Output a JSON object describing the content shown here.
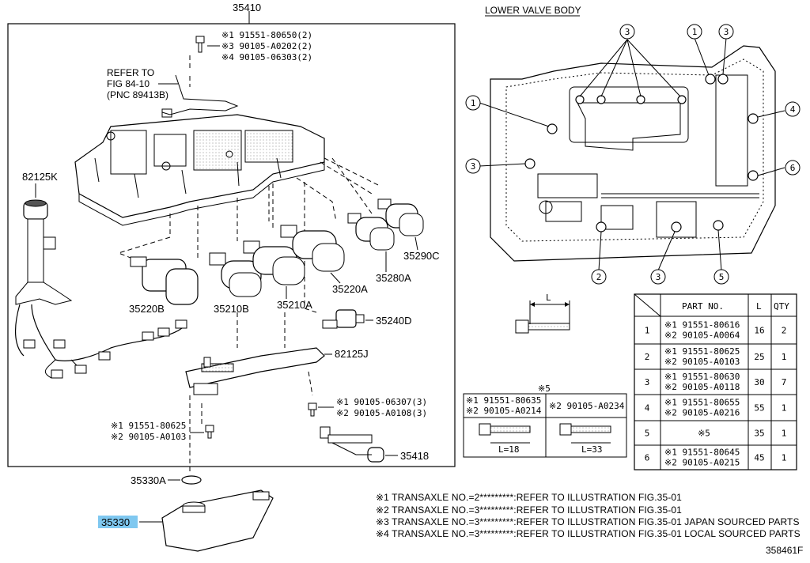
{
  "callouts": {
    "main": "35410",
    "lower_valve_body": "LOWER VALVE BODY",
    "refer": [
      "REFER TO",
      "FIG 84-10",
      "(PNC 89413B)"
    ],
    "wire_harness": "82125K",
    "s35220B": "35220B",
    "s35210B": "35210B",
    "s35210A": "35210A",
    "s35220A": "35220A",
    "s35280A": "35280A",
    "s35290C": "35290C",
    "s35240D": "35240D",
    "s82125J": "82125J",
    "s35418": "35418",
    "s35330A": "35330A",
    "s35330": "35330",
    "fig_id": "358461F"
  },
  "bolt_notes": {
    "top": [
      "※1 91551-80650(2)",
      "※3 90105-A0202(2)",
      "※4 90105-06303(2)"
    ],
    "right": [
      "※1 90105-06307(3)",
      "※2 90105-A0108(3)"
    ],
    "left": [
      "※1 91551-80625",
      "※2 90105-A0103"
    ]
  },
  "bolt_length_label": "L",
  "kome5": {
    "title": "※5",
    "left": [
      "※1 91551-80635",
      "※2 90105-A0214"
    ],
    "right": "※2 90105-A0234",
    "left_len": "L=18",
    "right_len": "L=33"
  },
  "circles": [
    "1",
    "2",
    "3",
    "4",
    "5",
    "6"
  ],
  "parts_table": {
    "headers": [
      "PART NO.",
      "L",
      "QTY"
    ],
    "rows": [
      {
        "n": "1",
        "p1": "※1 91551-80616",
        "p2": "※2 90105-A0064",
        "l": "16",
        "q": "2"
      },
      {
        "n": "2",
        "p1": "※1 91551-80625",
        "p2": "※2 90105-A0103",
        "l": "25",
        "q": "1"
      },
      {
        "n": "3",
        "p1": "※1 91551-80630",
        "p2": "※2 90105-A0118",
        "l": "30",
        "q": "7"
      },
      {
        "n": "4",
        "p1": "※1 91551-80655",
        "p2": "※2 90105-A0216",
        "l": "55",
        "q": "1"
      },
      {
        "n": "5",
        "p1": "※5",
        "p2": "",
        "l": "35",
        "q": "1"
      },
      {
        "n": "6",
        "p1": "※1 91551-80645",
        "p2": "※2 90105-A0215",
        "l": "45",
        "q": "1"
      }
    ]
  },
  "notes": [
    "※1 TRANSAXLE NO.=2*********:REFER TO ILLUSTRATION FIG.35-01",
    "※2 TRANSAXLE NO.=3*********:REFER TO ILLUSTRATION FIG.35-01",
    "※3 TRANSAXLE NO.=3*********:REFER TO ILLUSTRATION FIG.35-01 JAPAN SOURCED PARTS",
    "※4 TRANSAXLE NO.=3*********:REFER TO ILLUSTRATION FIG.35-01 LOCAL SOURCED PARTS"
  ],
  "colors": {
    "highlight": "#7fc8f0",
    "ink": "#000000"
  }
}
